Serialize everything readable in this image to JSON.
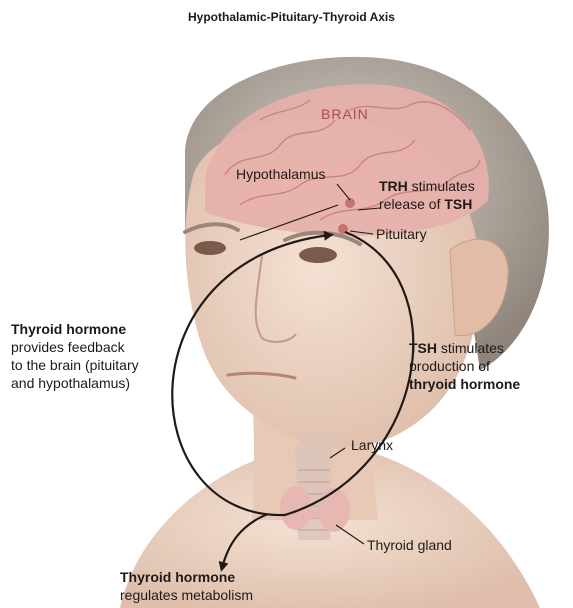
{
  "title": "Hypothalamic-Pituitary-Thyroid Axis",
  "labels": {
    "brain": "BRAIN",
    "hypothalamus": "Hypothalamus",
    "trh": {
      "bold1": "TRH",
      "rest1": " stimulates",
      "line2": "release of ",
      "bold2": "TSH"
    },
    "pituitary": "Pituitary",
    "feedback": {
      "bold": "Thyroid hormone",
      "line2": "provides feedback",
      "line3": "to the brain (pituitary",
      "line4": "and hypothalamus)"
    },
    "tsh": {
      "bold1": "TSH",
      "rest1": " stimulates",
      "line2": "production of",
      "bold3": "thryoid hormone"
    },
    "larynx": "Larynx",
    "thyroid_gland": "Thyroid gland",
    "metabolism": {
      "bold": "Thyroid hormone",
      "line2": "regulates metabolism"
    }
  },
  "colors": {
    "skin": "#ecd3c2",
    "hair": "#a69c93",
    "brain": "#e6b0aa",
    "thyroid": "#e7b7b2",
    "arrow": "#1f1a18"
  }
}
